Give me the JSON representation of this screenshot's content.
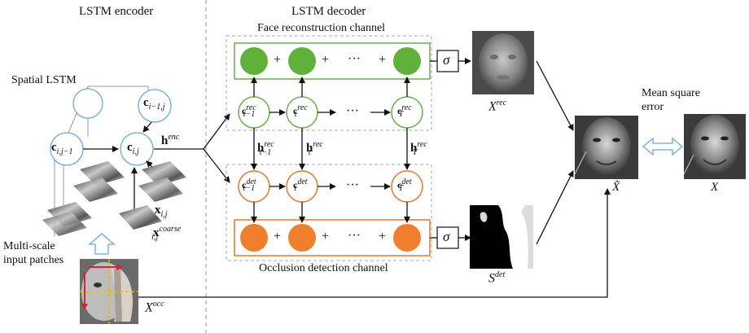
{
  "labels": {
    "encoder_title": "LSTM encoder",
    "decoder_title": "LSTM decoder",
    "face_channel": "Face reconstruction channel",
    "occlusion_channel": "Occlusion detection channel",
    "spatial_lstm": "Spatial LSTM",
    "multi_scale_1": "Multi-scale",
    "multi_scale_2": "input patches",
    "mse_1": "Mean square",
    "mse_2": "error",
    "plus": "+",
    "dots": "···",
    "sigma": "σ"
  },
  "math": {
    "c_im1j": "c",
    "c_im1j_sub": "i−1,j",
    "c_ijm1": "c",
    "c_ijm1_sub": "i,j−1",
    "c_ij": "c",
    "c_ij_sub": "i,j",
    "x_ij": "x",
    "x_ij_sub": "i,j",
    "x_coarse": "x",
    "x_coarse_sub": "i,j",
    "x_coarse_sup": "coarse",
    "h_enc": "h",
    "h_enc_sup": "enc",
    "c_rec_tm1_sub": "t−1",
    "c_rec_t_sub": "t",
    "c_rec_T_sub": "T",
    "rec_sup": "rec",
    "det_sup": "det",
    "h_rec_tm1": "h",
    "h_rec_tm1_sub": "t−1",
    "h_rec_t_sub": "t",
    "h_rec_T_sub": "T",
    "X_rec": "X",
    "X_rec_sup": "rec",
    "S_det": "S",
    "S_det_sup": "det",
    "X_occ": "X",
    "X_occ_sup": "occ",
    "X_hat": "X̃",
    "X": "X"
  },
  "colors": {
    "green": "#6ab04c",
    "green_fill": "#5fb13a",
    "orange": "#e6782d",
    "orange_fill": "#ef7f2c",
    "blue": "#6fa8dc",
    "gray": "#9a9a9a"
  }
}
